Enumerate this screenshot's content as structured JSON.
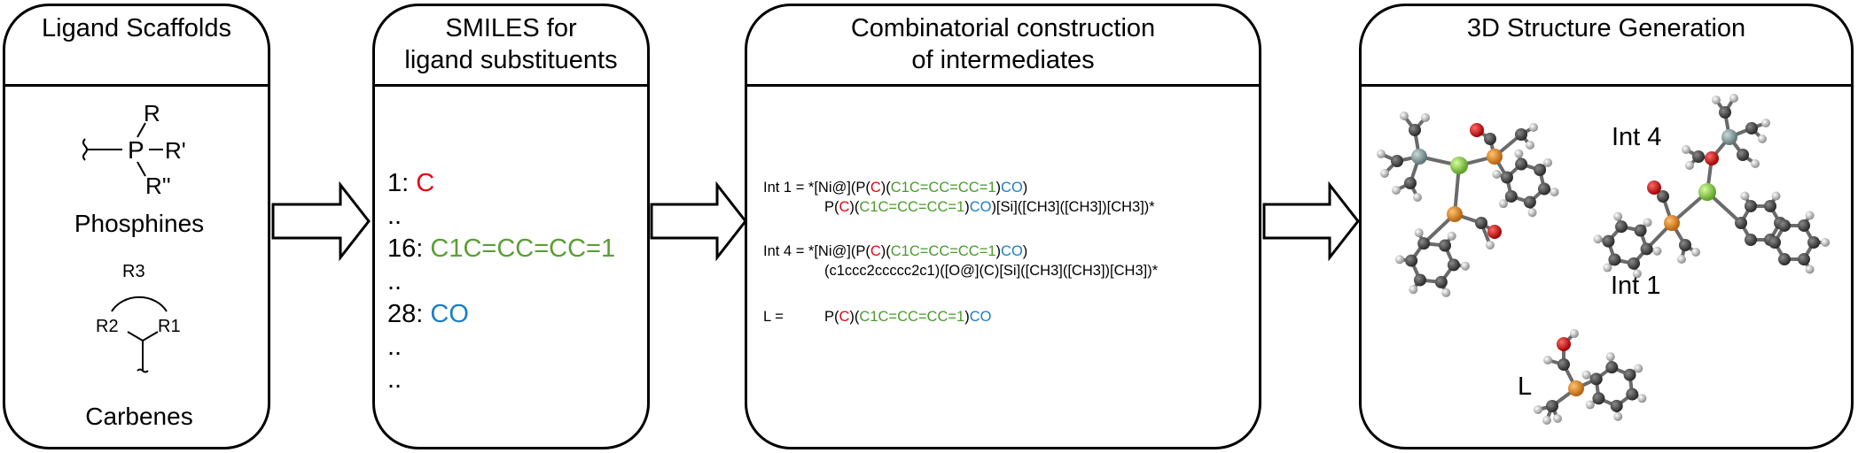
{
  "panels": {
    "scaffolds": {
      "title": "Ligand Scaffolds",
      "phosphines_label": "Phosphines",
      "carbenes_label": "Carbenes",
      "phosphine_atoms": {
        "p": "P",
        "r1": "R",
        "r2": "R'",
        "r3": "R''"
      },
      "carbene_atoms": {
        "r1": "R1",
        "r2": "R2",
        "r3": "R3"
      }
    },
    "smiles": {
      "title_line1": "SMILES for",
      "title_line2": "ligand substituents",
      "items": [
        {
          "index": "1: ",
          "value": "C",
          "color": "#e30613"
        },
        {
          "index": "..",
          "value": "",
          "color": "#000000"
        },
        {
          "index": "16: ",
          "value": "C1C=CC=CC=1",
          "color": "#5a9e34"
        },
        {
          "index": "..",
          "value": "",
          "color": "#000000"
        },
        {
          "index": "28: ",
          "value": "CO",
          "color": "#1a7fc1"
        },
        {
          "index": "..",
          "value": "",
          "color": "#000000"
        },
        {
          "index": "..",
          "value": "",
          "color": "#000000"
        }
      ]
    },
    "combinatorial": {
      "title_line1": "Combinatorial construction",
      "title_line2": "of intermediates",
      "int1": {
        "label": "Int 1 = ",
        "line1": {
          "a": "*[Ni@](P(",
          "b": "C",
          "c": ")(",
          "d": "C1C=CC=CC=1",
          "e": ")",
          "f": "CO",
          "g": ")"
        },
        "line2": {
          "a": "P(",
          "b": "C",
          "c": ")(",
          "d": "C1C=CC=CC=1",
          "e": ")",
          "f": "CO",
          "g": ")[Si]([CH3]([CH3])[CH3])*"
        }
      },
      "int4": {
        "label": "Int 4 = ",
        "line1": {
          "a": "*[Ni@](P(",
          "b": "C",
          "c": ")(",
          "d": "C1C=CC=CC=1",
          "e": ")",
          "f": "CO",
          "g": ")"
        },
        "line2": "(c1ccc2ccccc2c1)([O@](C)[Si]([CH3]([CH3])[CH3])*"
      },
      "ligand": {
        "label": "L =",
        "line": {
          "a": "P(",
          "b": "C",
          "c": ")(",
          "d": "C1C=CC=CC=1",
          "e": ")",
          "f": "CO"
        }
      }
    },
    "structure": {
      "title": "3D Structure Generation",
      "labels": {
        "int1": "Int 1",
        "int4": "Int 4",
        "ligand": "L"
      }
    }
  },
  "colors": {
    "methyl": "#e30613",
    "phenyl": "#5a9e34",
    "methoxy": "#1a7fc1",
    "atom_carbon": "#3a3a3a",
    "atom_hydrogen": "#c8c8c8",
    "atom_oxygen": "#d40000",
    "atom_phosphorus": "#e08a1e",
    "atom_nickel": "#8fd04f",
    "atom_silicon": "#7f9a9a"
  }
}
